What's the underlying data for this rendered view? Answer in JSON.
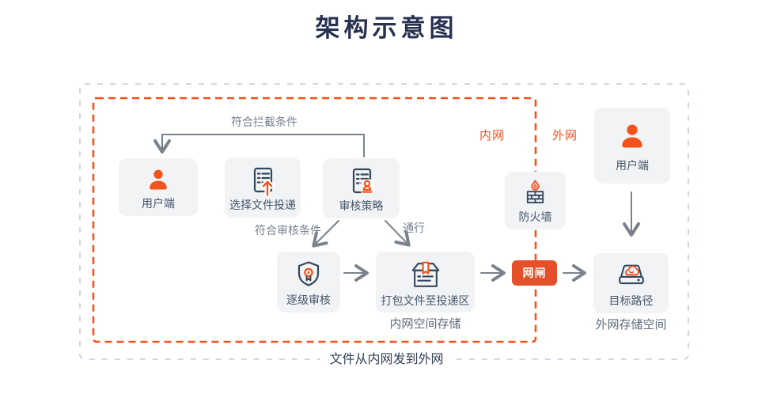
{
  "title": "架构示意图",
  "caption": "文件从内网发到外网",
  "zones": {
    "intranet_label": "内网",
    "extranet_label": "外网"
  },
  "nodes": {
    "user_left": "用户端",
    "select_file": "选择文件投递",
    "review_policy": "审核策略",
    "firewall": "防火墙",
    "user_right": "用户端",
    "level_review": "逐级审核",
    "package": "打包文件至投递区",
    "gateway": "网闸",
    "target_path": "目标路径"
  },
  "edge_labels": {
    "intercept": "符合拦截条件",
    "review_condition": "符合审核条件",
    "pass": "通行"
  },
  "storage_labels": {
    "intranet": "内网空间存储",
    "extranet": "外网存储空间"
  },
  "colors": {
    "accent_orange": "#f4521d",
    "gateway_orange": "#e2512a",
    "icon_navy": "#32485c",
    "title_navy": "#273251",
    "node_bg": "#f1f3f5",
    "arrow_gray": "#7a828c",
    "outer_border_gray": "#c9d2df"
  }
}
